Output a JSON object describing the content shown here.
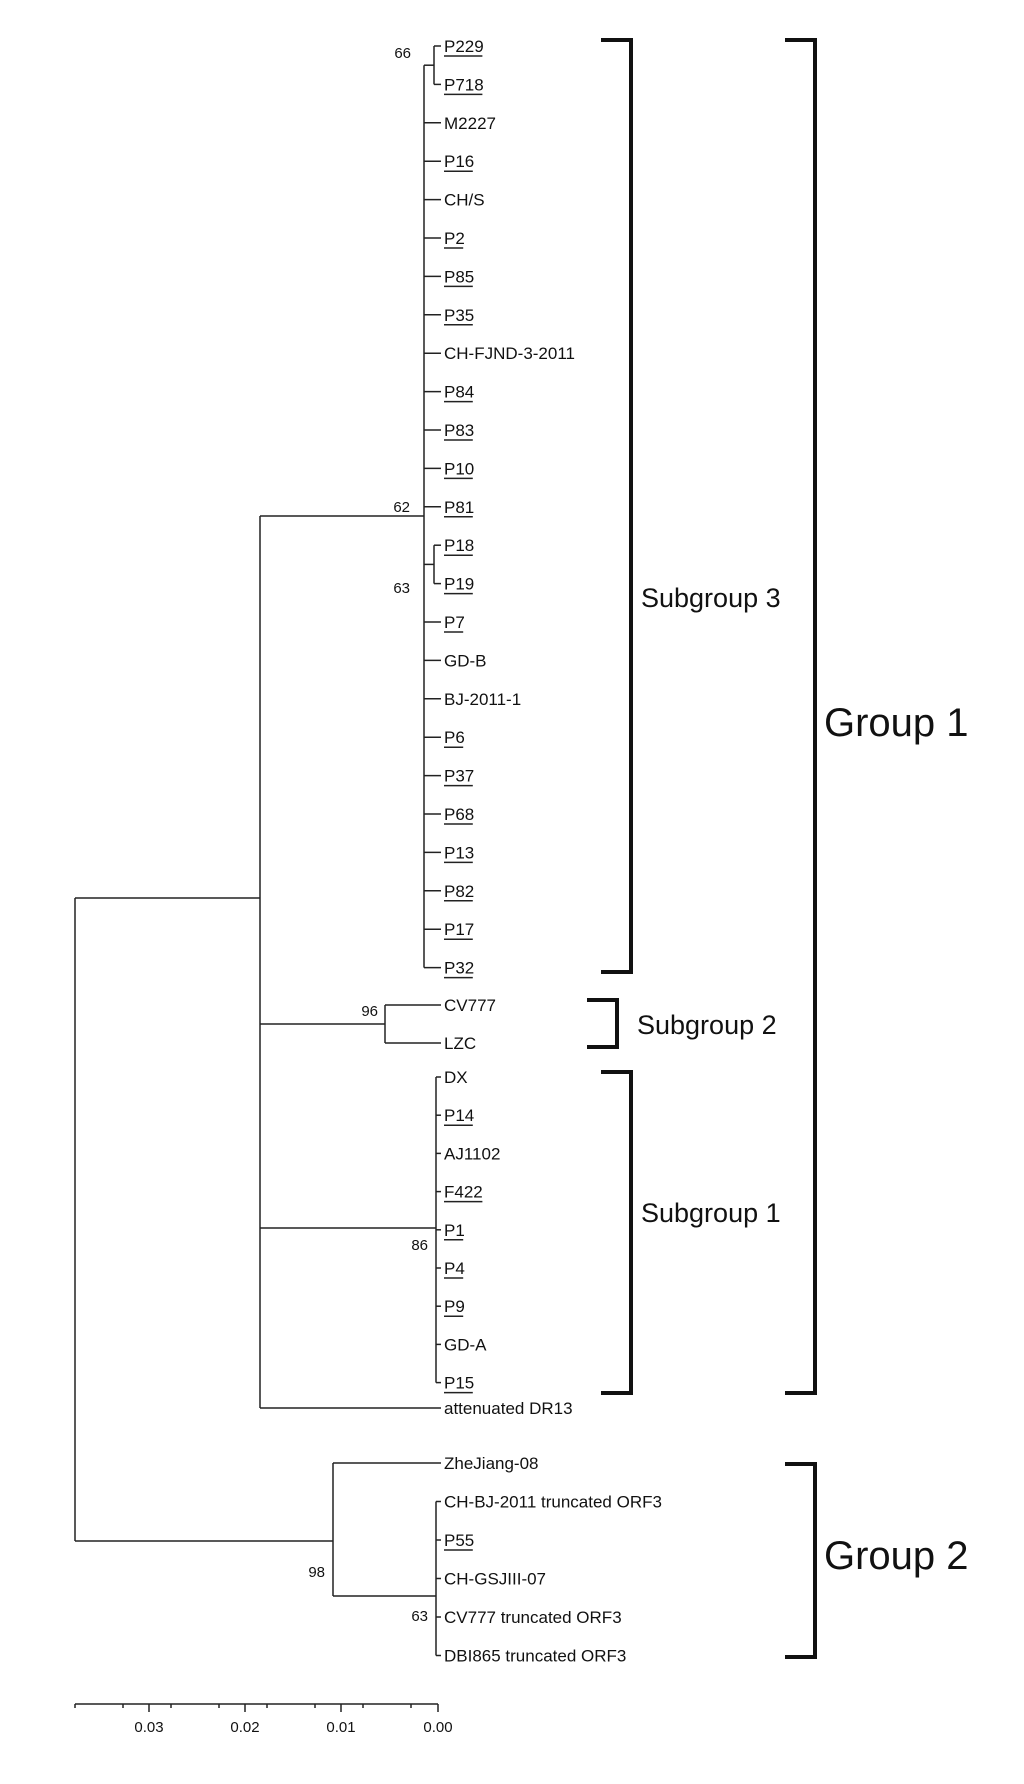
{
  "tree": {
    "leaves": [
      {
        "label": "P229",
        "underlined": true
      },
      {
        "label": "P718",
        "underlined": true
      },
      {
        "label": "M2227",
        "underlined": false
      },
      {
        "label": "P16",
        "underlined": true
      },
      {
        "label": "CH/S",
        "underlined": false
      },
      {
        "label": "P2",
        "underlined": true
      },
      {
        "label": "P85",
        "underlined": true
      },
      {
        "label": "P35",
        "underlined": true
      },
      {
        "label": "CH-FJND-3-2011",
        "underlined": false
      },
      {
        "label": "P84",
        "underlined": true
      },
      {
        "label": "P83",
        "underlined": true
      },
      {
        "label": "P10",
        "underlined": true
      },
      {
        "label": "P81",
        "underlined": true
      },
      {
        "label": "P18",
        "underlined": true
      },
      {
        "label": "P19",
        "underlined": true
      },
      {
        "label": "P7",
        "underlined": true
      },
      {
        "label": "GD-B",
        "underlined": false
      },
      {
        "label": "BJ-2011-1",
        "underlined": false
      },
      {
        "label": "P6",
        "underlined": true
      },
      {
        "label": "P37",
        "underlined": true
      },
      {
        "label": "P68",
        "underlined": true
      },
      {
        "label": "P13",
        "underlined": true
      },
      {
        "label": "P82",
        "underlined": true
      },
      {
        "label": "P17",
        "underlined": true
      },
      {
        "label": "P32",
        "underlined": true
      },
      {
        "label": "CV777",
        "underlined": false
      },
      {
        "label": "LZC",
        "underlined": false
      },
      {
        "label": "DX",
        "underlined": false
      },
      {
        "label": "P14",
        "underlined": true
      },
      {
        "label": "AJ1102",
        "underlined": false
      },
      {
        "label": "F422",
        "underlined": true
      },
      {
        "label": "P1",
        "underlined": true
      },
      {
        "label": "P4",
        "underlined": true
      },
      {
        "label": "P9",
        "underlined": true
      },
      {
        "label": "GD-A",
        "underlined": false
      },
      {
        "label": "P15",
        "underlined": true
      },
      {
        "label": "attenuated DR13",
        "underlined": false
      },
      {
        "label": "ZheJiang-08",
        "underlined": false
      },
      {
        "label": "CH-BJ-2011 truncated ORF3",
        "underlined": false
      },
      {
        "label": "P55",
        "underlined": true
      },
      {
        "label": "CH-GSJIII-07",
        "underlined": false
      },
      {
        "label": "CV777 truncated ORF3",
        "underlined": false
      },
      {
        "label": "DBI865 truncated ORF3",
        "underlined": false
      }
    ],
    "bootstrap": [
      "66",
      "62",
      "63",
      "96",
      "86",
      "98",
      "63"
    ],
    "subgroups": [
      "Subgroup 3",
      "Subgroup 2",
      "Subgroup 1"
    ],
    "groups": [
      "Group 1",
      "Group 2"
    ]
  },
  "scale": {
    "ticks": [
      "0.03",
      "0.02",
      "0.01",
      "0.00"
    ]
  }
}
